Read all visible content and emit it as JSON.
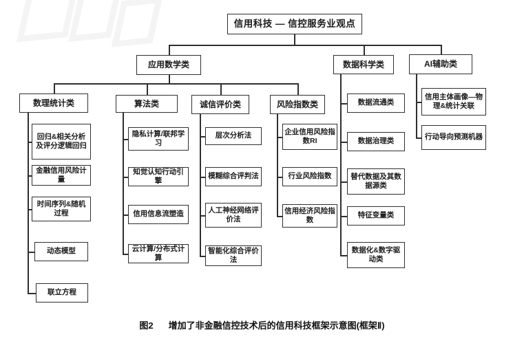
{
  "title": "信用科技 — 信控服务业观点",
  "caption": {
    "fig_label": "图2",
    "text": "增加了非金融信控技术后的信用科技框架示意图(框架Ⅱ)"
  },
  "top_categories": {
    "applied_math": {
      "label": "应用数学类"
    },
    "data_science": {
      "label": "数据科学类",
      "children": [
        "数据流通类",
        "数据治理类",
        "替代数据及其数据源类",
        "特征变量类",
        "数据化&数字驱动类"
      ]
    },
    "ai_assist": {
      "label": "AI辅助类",
      "children": [
        "信用主体画像—物理&统计关联",
        "行动导向预测机器"
      ]
    }
  },
  "applied_math_groups": {
    "math_stat": {
      "label": "数理统计类",
      "children": [
        "回归&相关分析及评分逻辑回归",
        "金融信用风险计量",
        "时间序列&随机过程",
        "动态模型",
        "联立方程"
      ]
    },
    "algorithm": {
      "label": "算法类",
      "children": [
        "隐私计算/联邦学习",
        "知觉认知行动引擎",
        "信用信息流塑造",
        "云计算/分布式计算"
      ]
    },
    "integrity_eval": {
      "label": "诚信评价类",
      "children": [
        "层次分析法",
        "模糊综合评判法",
        "人工神经网络评价法",
        "智能化综合评价法"
      ]
    },
    "risk_index": {
      "label": "风险指数类",
      "children": [
        "企业信用风险指数RI",
        "行业风险指数",
        "信用经济风险指数"
      ]
    }
  },
  "colors": {
    "border": "#2e2e2e",
    "text": "#1a1a1a",
    "background": "#ffffff"
  }
}
